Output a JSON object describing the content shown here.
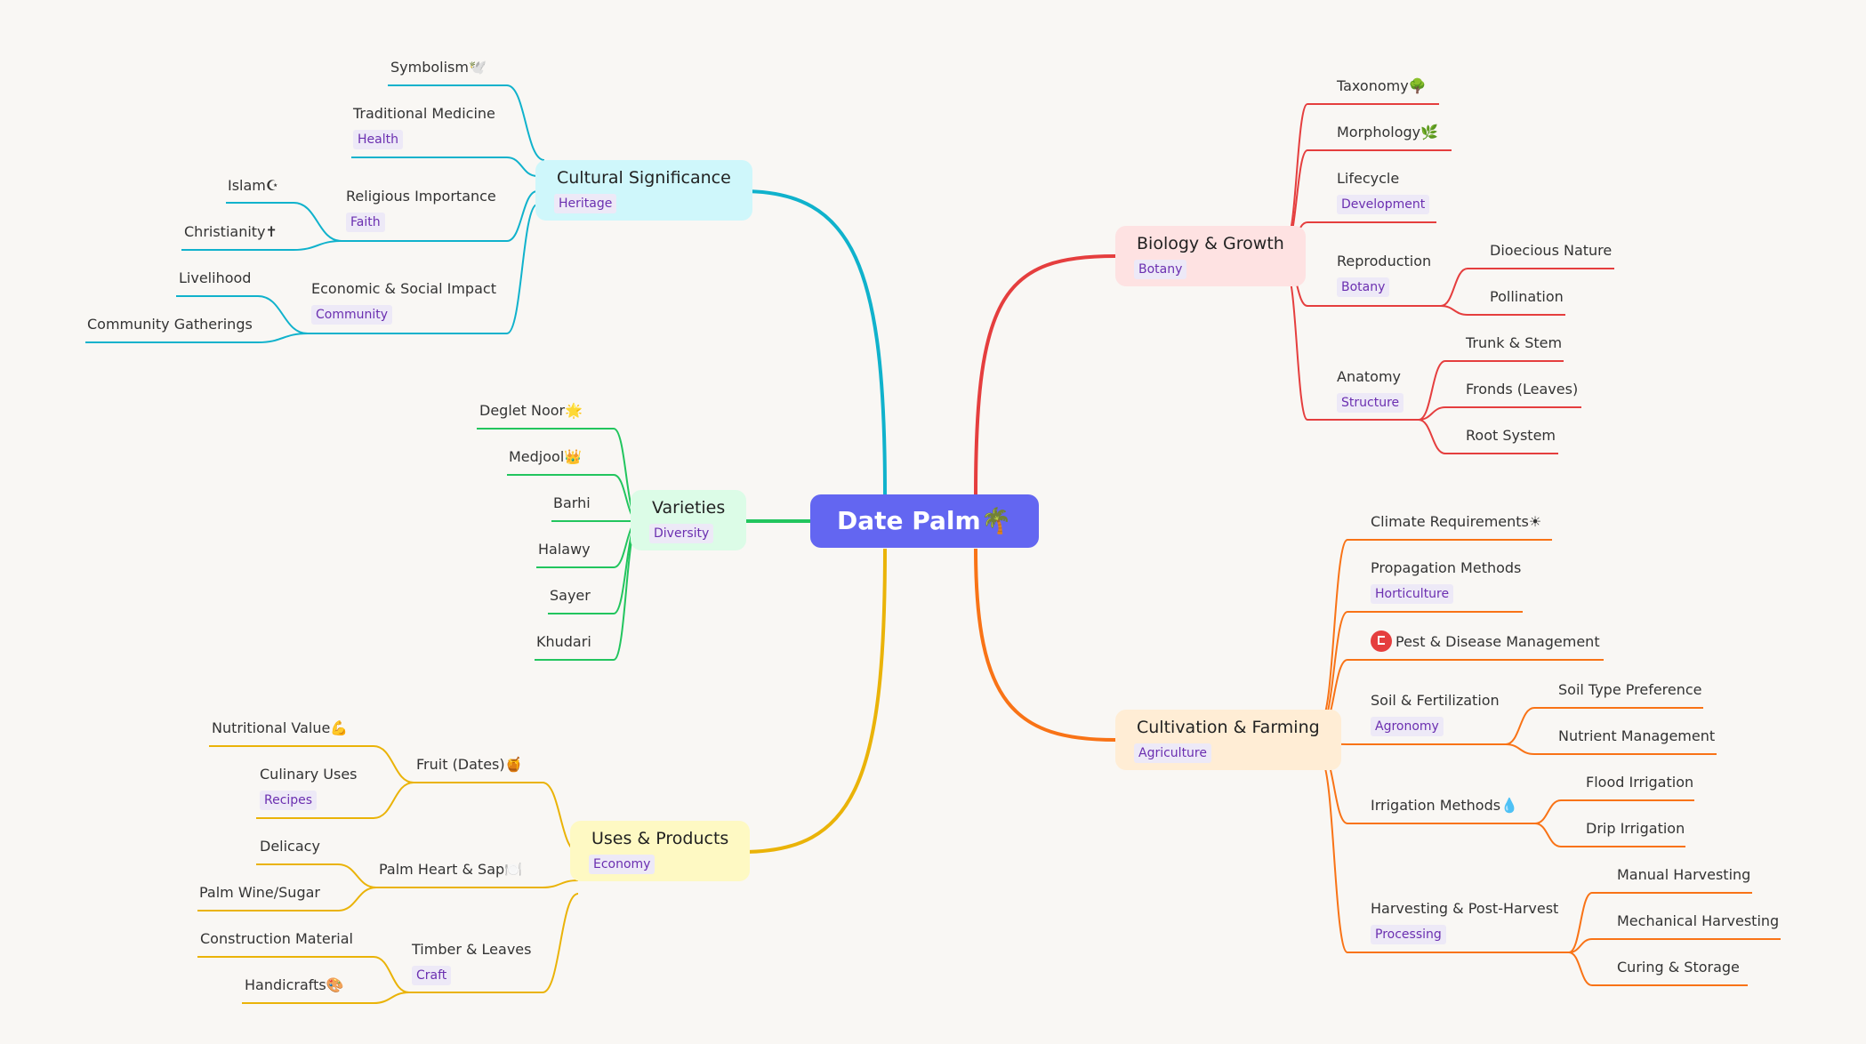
{
  "root": {
    "label": "Date Palm",
    "icon": "🌴"
  },
  "colors": {
    "cultural": "#10b2cc",
    "varieties": "#22c55e",
    "uses": "#eab308",
    "biology": "#e53e3e",
    "cultivation": "#f97316",
    "root": "#6366f1"
  },
  "branches": {
    "cultural": {
      "label": "Cultural Significance",
      "tag": "Heritage",
      "children": {
        "symbolism": {
          "label": "Symbolism🕊️"
        },
        "medicine": {
          "label": "Traditional Medicine",
          "tag": "Health"
        },
        "religious": {
          "label": "Religious Importance",
          "tag": "Faith",
          "children": {
            "islam": "Islam☪",
            "christianity": "Christianity✝"
          }
        },
        "economic": {
          "label": "Economic & Social Impact",
          "tag": "Community",
          "children": {
            "livelihood": "Livelihood",
            "gatherings": "Community Gatherings"
          }
        }
      }
    },
    "varieties": {
      "label": "Varieties",
      "tag": "Diversity",
      "children": [
        "Deglet Noor🌟",
        "Medjool👑",
        "Barhi",
        "Halawy",
        "Sayer",
        "Khudari"
      ]
    },
    "uses": {
      "label": "Uses & Products",
      "tag": "Economy",
      "children": {
        "fruit": {
          "label": "Fruit (Dates)🍯",
          "children": {
            "nutritional": {
              "label": "Nutritional Value💪"
            },
            "culinary": {
              "label": "Culinary Uses",
              "tag": "Recipes"
            }
          }
        },
        "heart": {
          "label": "Palm Heart & Sap🍽️",
          "children": {
            "delicacy": "Delicacy",
            "wine": "Palm Wine/Sugar"
          }
        },
        "timber": {
          "label": "Timber & Leaves",
          "tag": "Craft",
          "children": {
            "construction": "Construction Material",
            "handicrafts": "Handicrafts🎨"
          }
        }
      }
    },
    "biology": {
      "label": "Biology & Growth",
      "tag": "Botany",
      "children": {
        "taxonomy": {
          "label": "Taxonomy🌳"
        },
        "morphology": {
          "label": "Morphology🌿"
        },
        "lifecycle": {
          "label": "Lifecycle",
          "tag": "Development"
        },
        "reproduction": {
          "label": "Reproduction",
          "tag": "Botany",
          "children": {
            "dioecious": "Dioecious Nature",
            "pollination": "Pollination"
          }
        },
        "anatomy": {
          "label": "Anatomy",
          "tag": "Structure",
          "children": {
            "trunk": "Trunk & Stem",
            "fronds": "Fronds (Leaves)",
            "roots": "Root System"
          }
        }
      }
    },
    "cultivation": {
      "label": "Cultivation & Farming",
      "tag": "Agriculture",
      "children": {
        "climate": {
          "label": "Climate Requirements☀"
        },
        "propagation": {
          "label": "Propagation Methods",
          "tag": "Horticulture"
        },
        "pest": {
          "label": "Pest & Disease Management"
        },
        "soil": {
          "label": "Soil & Fertilization",
          "tag": "Agronomy",
          "children": {
            "soiltype": "Soil Type Preference",
            "nutrient": "Nutrient Management"
          }
        },
        "irrigation": {
          "label": "Irrigation Methods💧",
          "children": {
            "flood": "Flood Irrigation",
            "drip": "Drip Irrigation"
          }
        },
        "harvesting": {
          "label": "Harvesting & Post-Harvest",
          "tag": "Processing",
          "children": {
            "manual": "Manual Harvesting",
            "mechanical": "Mechanical Harvesting",
            "curing": "Curing & Storage"
          }
        }
      }
    }
  }
}
